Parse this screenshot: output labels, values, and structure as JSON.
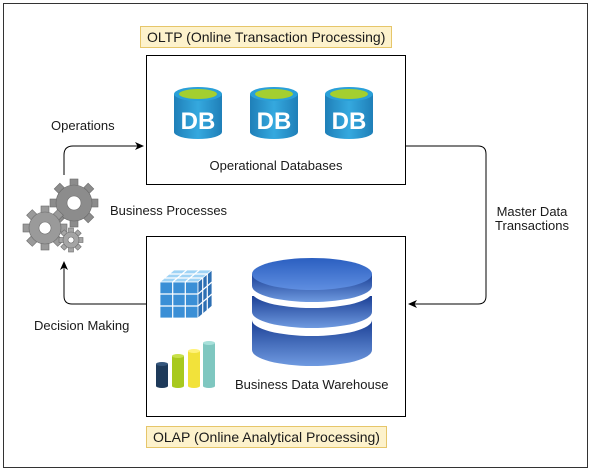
{
  "oltp": {
    "banner": "OLTP (Online Transaction Processing)",
    "db_label": "DB",
    "caption": "Operational Databases"
  },
  "olap": {
    "banner": "OLAP (Online Analytical Processing)",
    "caption": "Business Data Warehouse"
  },
  "labels": {
    "operations": "Operations",
    "business_processes": "Business Processes",
    "decision_making": "Decision Making",
    "master_data": "Master Data",
    "transactions": "Transactions"
  },
  "colors": {
    "db_cylinder": "#2b9ed3",
    "db_top": "#9acd32",
    "warehouse_blue": "#1e4fa8",
    "gear_gray": "#8a8a8a",
    "arrow": "#000000",
    "banner_fill": "#fdf2cc"
  },
  "icons": [
    "db-icon",
    "gears-icon",
    "data-cube-icon",
    "bar-chart-icon",
    "warehouse-icon"
  ]
}
